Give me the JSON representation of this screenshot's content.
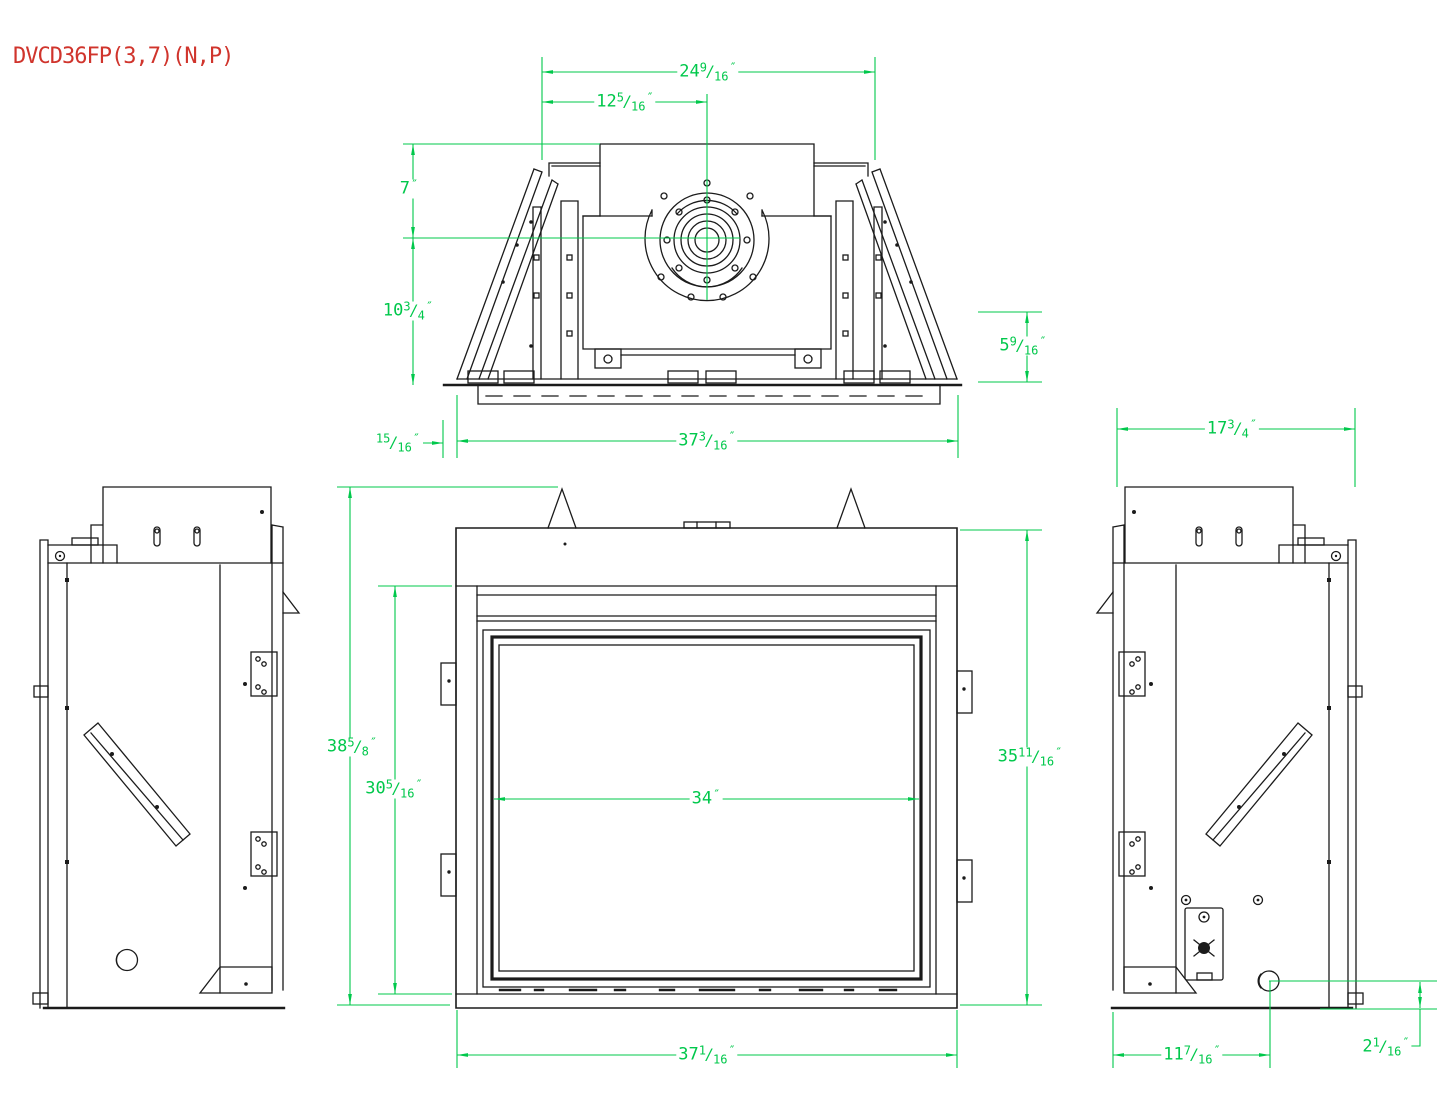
{
  "title": "DVCD36FP(3,7)(N,P)",
  "fraction_slash": "/",
  "colors": {
    "line_black": "#1b1b1b",
    "dimension_green": "#00c84b",
    "title_red": "#d0342c",
    "background": "#ffffff"
  },
  "dimensions": {
    "plan_overall_top": {
      "whole": "24",
      "num": "9",
      "den": "16",
      "unit": "″"
    },
    "plan_flue_center": {
      "whole": "12",
      "num": "5",
      "den": "16",
      "unit": "″"
    },
    "plan_front_to_flue": {
      "whole": "7",
      "unit": "″"
    },
    "plan_flue_to_back": {
      "whole": "10",
      "num": "3",
      "den": "4",
      "unit": "″"
    },
    "plan_right_height": {
      "whole": "5",
      "num": "9",
      "den": "16",
      "unit": "″"
    },
    "plan_base_lip": {
      "num": "15",
      "den": "16",
      "unit": "″"
    },
    "plan_overall_width": {
      "whole": "37",
      "num": "3",
      "den": "16",
      "unit": "″"
    },
    "side_top_depth": {
      "whole": "17",
      "num": "3",
      "den": "4",
      "unit": "″"
    },
    "front_overall_height": {
      "whole": "38",
      "num": "5",
      "den": "8",
      "unit": "″"
    },
    "front_opening_height": {
      "whole": "30",
      "num": "5",
      "den": "16",
      "unit": "″"
    },
    "front_glass_width": {
      "whole": "34",
      "unit": "″"
    },
    "front_body_height": {
      "whole": "35",
      "num": "11",
      "den": "16",
      "unit": "″"
    },
    "front_overall_width": {
      "whole": "37",
      "num": "1",
      "den": "16",
      "unit": "″"
    },
    "side_bottom_depth": {
      "whole": "11",
      "num": "7",
      "den": "16",
      "unit": "″"
    },
    "side_gas_line_height": {
      "whole": "2",
      "num": "1",
      "den": "16",
      "unit": "″"
    }
  }
}
